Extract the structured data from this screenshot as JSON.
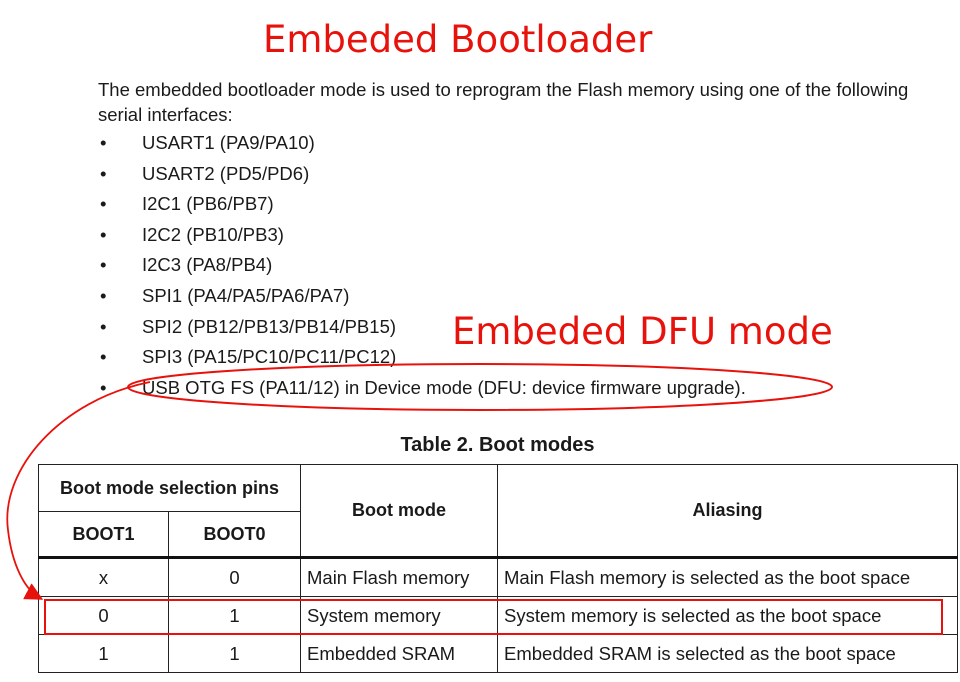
{
  "annotations": {
    "title_main": "Embeded Bootloader",
    "title_dfu": "Embeded DFU mode",
    "color": "#e8120c"
  },
  "intro": "The embedded bootloader mode is used to reprogram the Flash memory using one of the following serial interfaces:",
  "bullet_symbol": "•",
  "interfaces": [
    "USART1 (PA9/PA10)",
    "USART2 (PD5/PD6)",
    "I2C1 (PB6/PB7)",
    "I2C2 (PB10/PB3)",
    "I2C3 (PA8/PB4)",
    "SPI1 (PA4/PA5/PA6/PA7)",
    "SPI2 (PB12/PB13/PB14/PB15)",
    "SPI3 (PA15/PC10/PC11/PC12)",
    "USB OTG FS (PA11/12) in Device mode (DFU: device firmware upgrade)."
  ],
  "table": {
    "caption": "Table 2. Boot modes",
    "group_header": "Boot mode selection pins",
    "col_boot1": "BOOT1",
    "col_boot0": "BOOT0",
    "col_mode": "Boot mode",
    "col_alias": "Aliasing",
    "rows": [
      {
        "boot1": "x",
        "boot0": "0",
        "mode": "Main Flash memory",
        "alias": "Main Flash memory is selected as the boot space"
      },
      {
        "boot1": "0",
        "boot0": "1",
        "mode": "System memory",
        "alias": "System memory is selected as the boot space"
      },
      {
        "boot1": "1",
        "boot0": "1",
        "mode": "Embedded SRAM",
        "alias": "Embedded SRAM is selected as the boot space"
      }
    ]
  }
}
